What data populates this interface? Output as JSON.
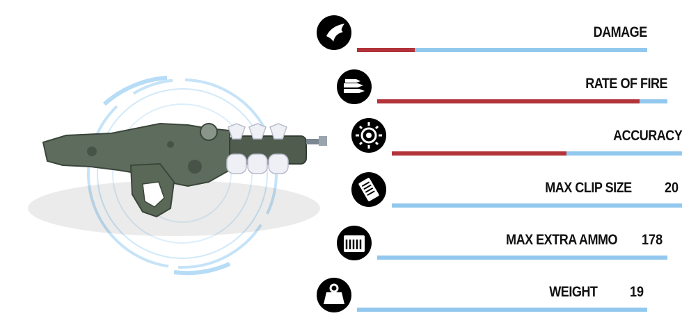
{
  "weapon": {
    "icon": "energy-rifle-icon"
  },
  "stats": [
    {
      "id": "damage",
      "label": "DAMAGE",
      "value": "",
      "icon": "wing-icon",
      "fill": 0.2
    },
    {
      "id": "rate_of_fire",
      "label": "RATE OF FIRE",
      "value": "",
      "icon": "bullets-icon",
      "fill": 0.903
    },
    {
      "id": "accuracy",
      "label": "ACCURACY",
      "value": "",
      "icon": "crosshair-icon",
      "fill": 0.602
    },
    {
      "id": "max_clip_size",
      "label": "MAX CLIP SIZE",
      "value": "20",
      "icon": "clip-icon",
      "fill": 0
    },
    {
      "id": "max_extra_ammo",
      "label": "MAX EXTRA AMMO",
      "value": "178",
      "icon": "ammo-crate-icon",
      "fill": 0
    },
    {
      "id": "weight",
      "label": "WEIGHT",
      "value": "19",
      "icon": "weight-icon",
      "fill": 0
    }
  ],
  "colors": {
    "bar_track": "#93c8ee",
    "bar_fill": "#b3333a",
    "icon_bg": "#000000",
    "ring": "#bfe0f7"
  }
}
